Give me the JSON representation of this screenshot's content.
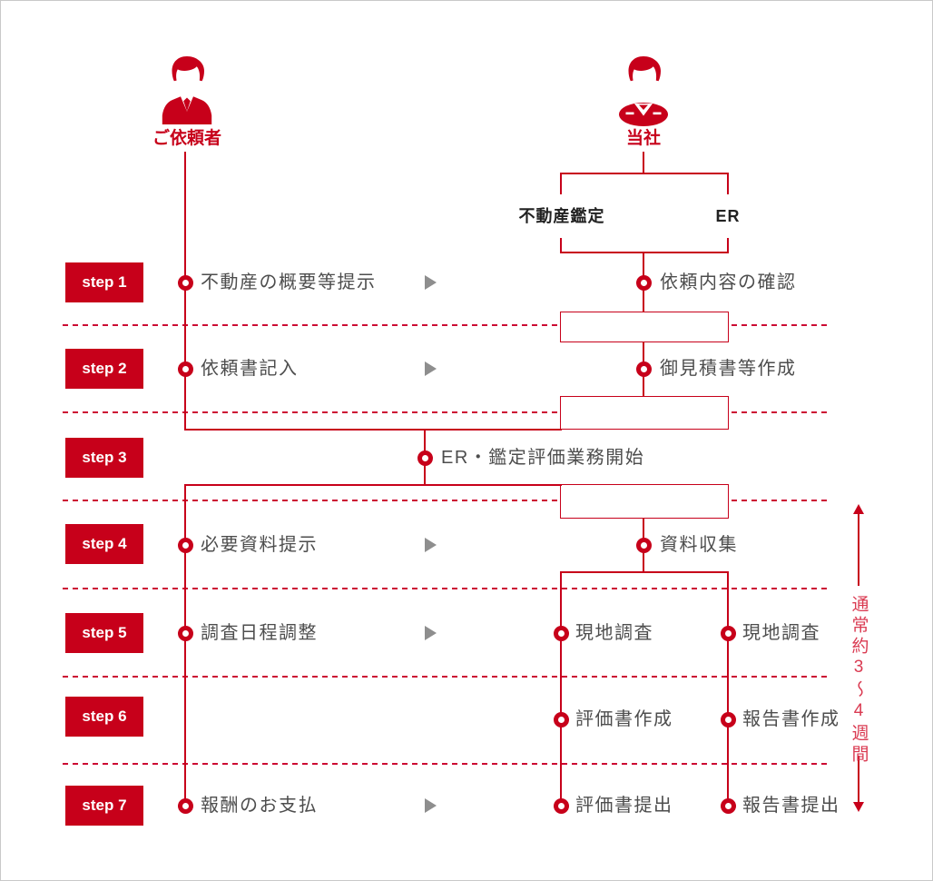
{
  "palette": {
    "red": "#c7001a",
    "dash": "#cc0a33",
    "timeline": "#da3b52",
    "graytext": "#4d4d4d",
    "darktext": "#222222",
    "arrowgray": "#8e8e8e"
  },
  "actors": {
    "client": {
      "label": "ご依頼者",
      "icon": "person-suit-icon"
    },
    "company": {
      "label": "当社",
      "icon": "person-icon"
    }
  },
  "branches": {
    "left": {
      "label": "不動産鑑定"
    },
    "right": {
      "label": "ER"
    }
  },
  "steps": [
    {
      "label": "step 1",
      "client": "不動産の概要等提示",
      "center": "依頼内容の確認"
    },
    {
      "label": "step 2",
      "client": "依頼書記入",
      "center": "御見積書等作成"
    },
    {
      "label": "step 3",
      "merged": "ER・鑑定評価業務開始"
    },
    {
      "label": "step 4",
      "client": "必要資料提示",
      "center": "資料収集"
    },
    {
      "label": "step 5",
      "client": "調査日程調整",
      "left": "現地調査",
      "right": "現地調査"
    },
    {
      "label": "step 6",
      "left": "評価書作成",
      "right": "報告書作成"
    },
    {
      "label": "step 7",
      "client": "報酬のお支払",
      "left": "評価書提出",
      "right": "報告書提出"
    }
  ],
  "timeline": {
    "label": "通常約3〜4週間"
  }
}
